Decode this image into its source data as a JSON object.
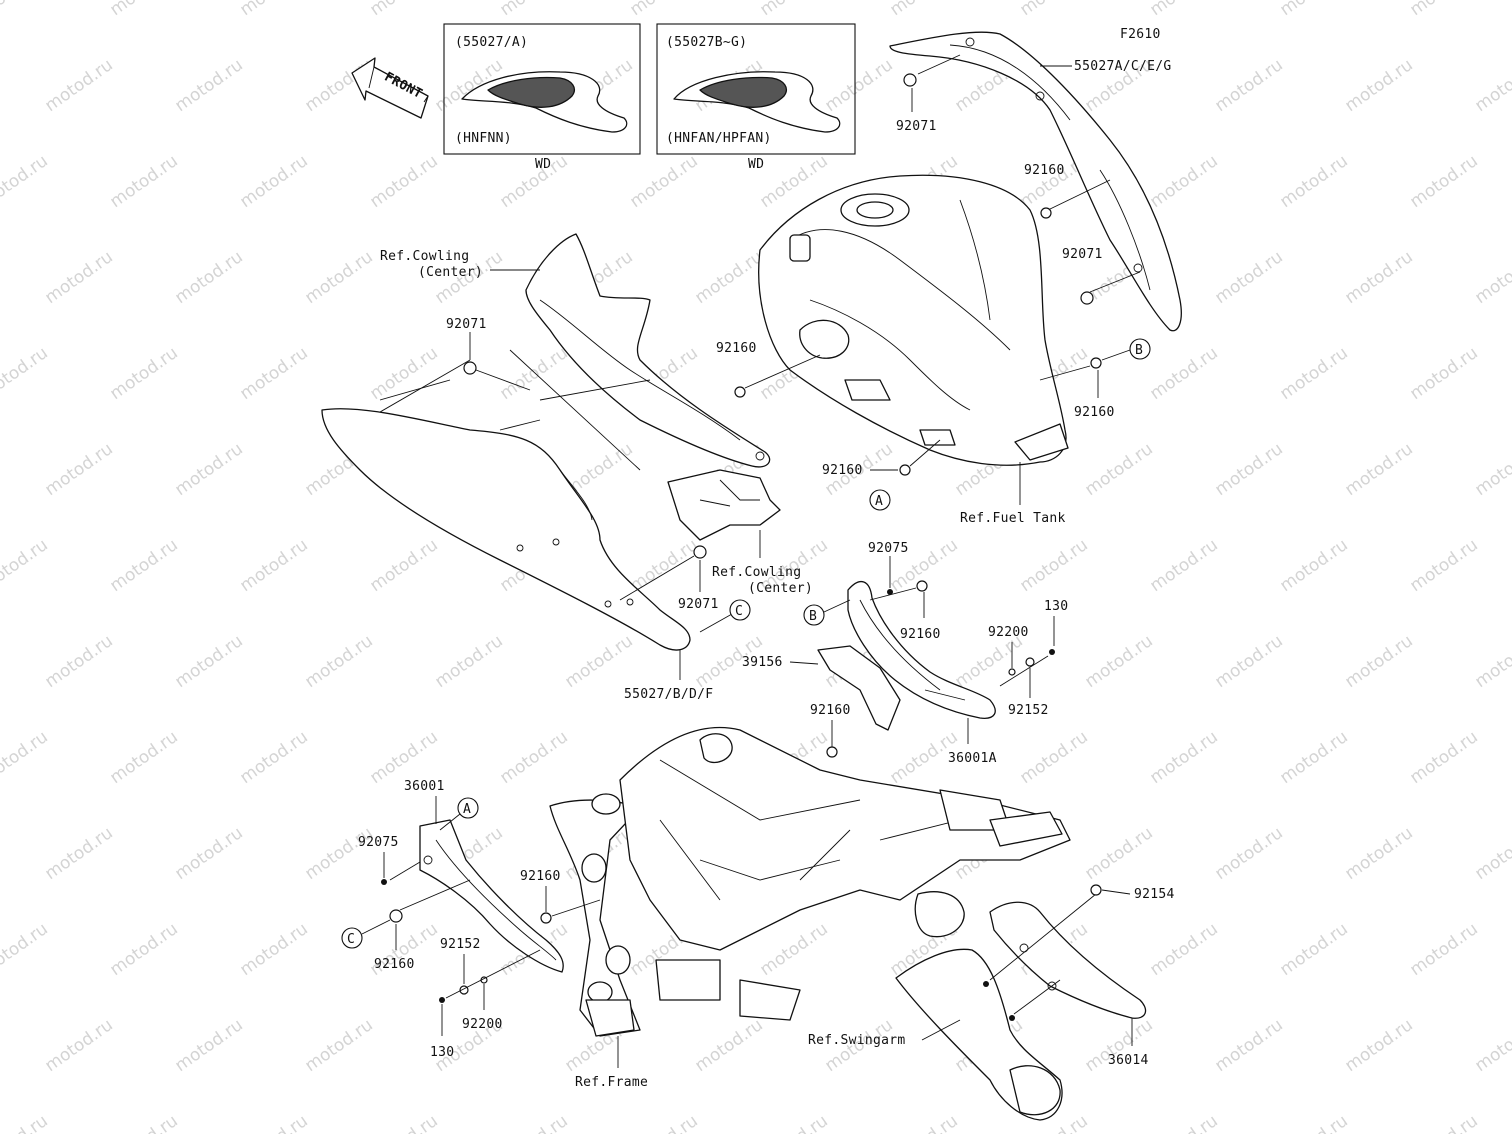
{
  "figure_code": "F2610",
  "front_arrow": "FRONT",
  "variants": [
    {
      "top": "(55027/A)",
      "bottom": "(HNFNN)",
      "caption": "WD"
    },
    {
      "top": "(55027B~G)",
      "bottom": "(HNFAN/HPFAN)",
      "caption": "WD"
    }
  ],
  "refs": {
    "cowling_center_upper": [
      "Ref.Cowling",
      "(Center)"
    ],
    "cowling_center_lower": [
      "Ref.Cowling",
      "(Center)"
    ],
    "fuel_tank": "Ref.Fuel Tank",
    "frame": "Ref.Frame",
    "swingarm": "Ref.Swingarm"
  },
  "parts": {
    "p55027_ace_g": "55027A/C/E/G",
    "p92071_top": "92071",
    "p92160_tank_right_upper": "92160",
    "p92071_right": "92071",
    "p92160_b_right": "92160",
    "p92071_left_upper": "92071",
    "p92160_tank_left": "92160",
    "p92160_a_tank": "92160",
    "p92071_left_lower": "92071",
    "p55027_bdf": "55027/B/D/F",
    "p92075_upper": "92075",
    "p92160_b_lower": "92160",
    "p92200_right": "92200",
    "p130_right": "130",
    "p39156": "39156",
    "p92152_right": "92152",
    "p92160_mid": "92160",
    "p36001a": "36001A",
    "p36001": "36001",
    "p92075_lower": "92075",
    "p92160_c_left": "92160",
    "p92160_frame": "92160",
    "p92152_left": "92152",
    "p92200_left": "92200",
    "p130_left": "130",
    "p92154": "92154",
    "p36014": "36014"
  },
  "markers": {
    "a": "A",
    "b": "B",
    "c": "C"
  },
  "watermark": "motod.ru"
}
